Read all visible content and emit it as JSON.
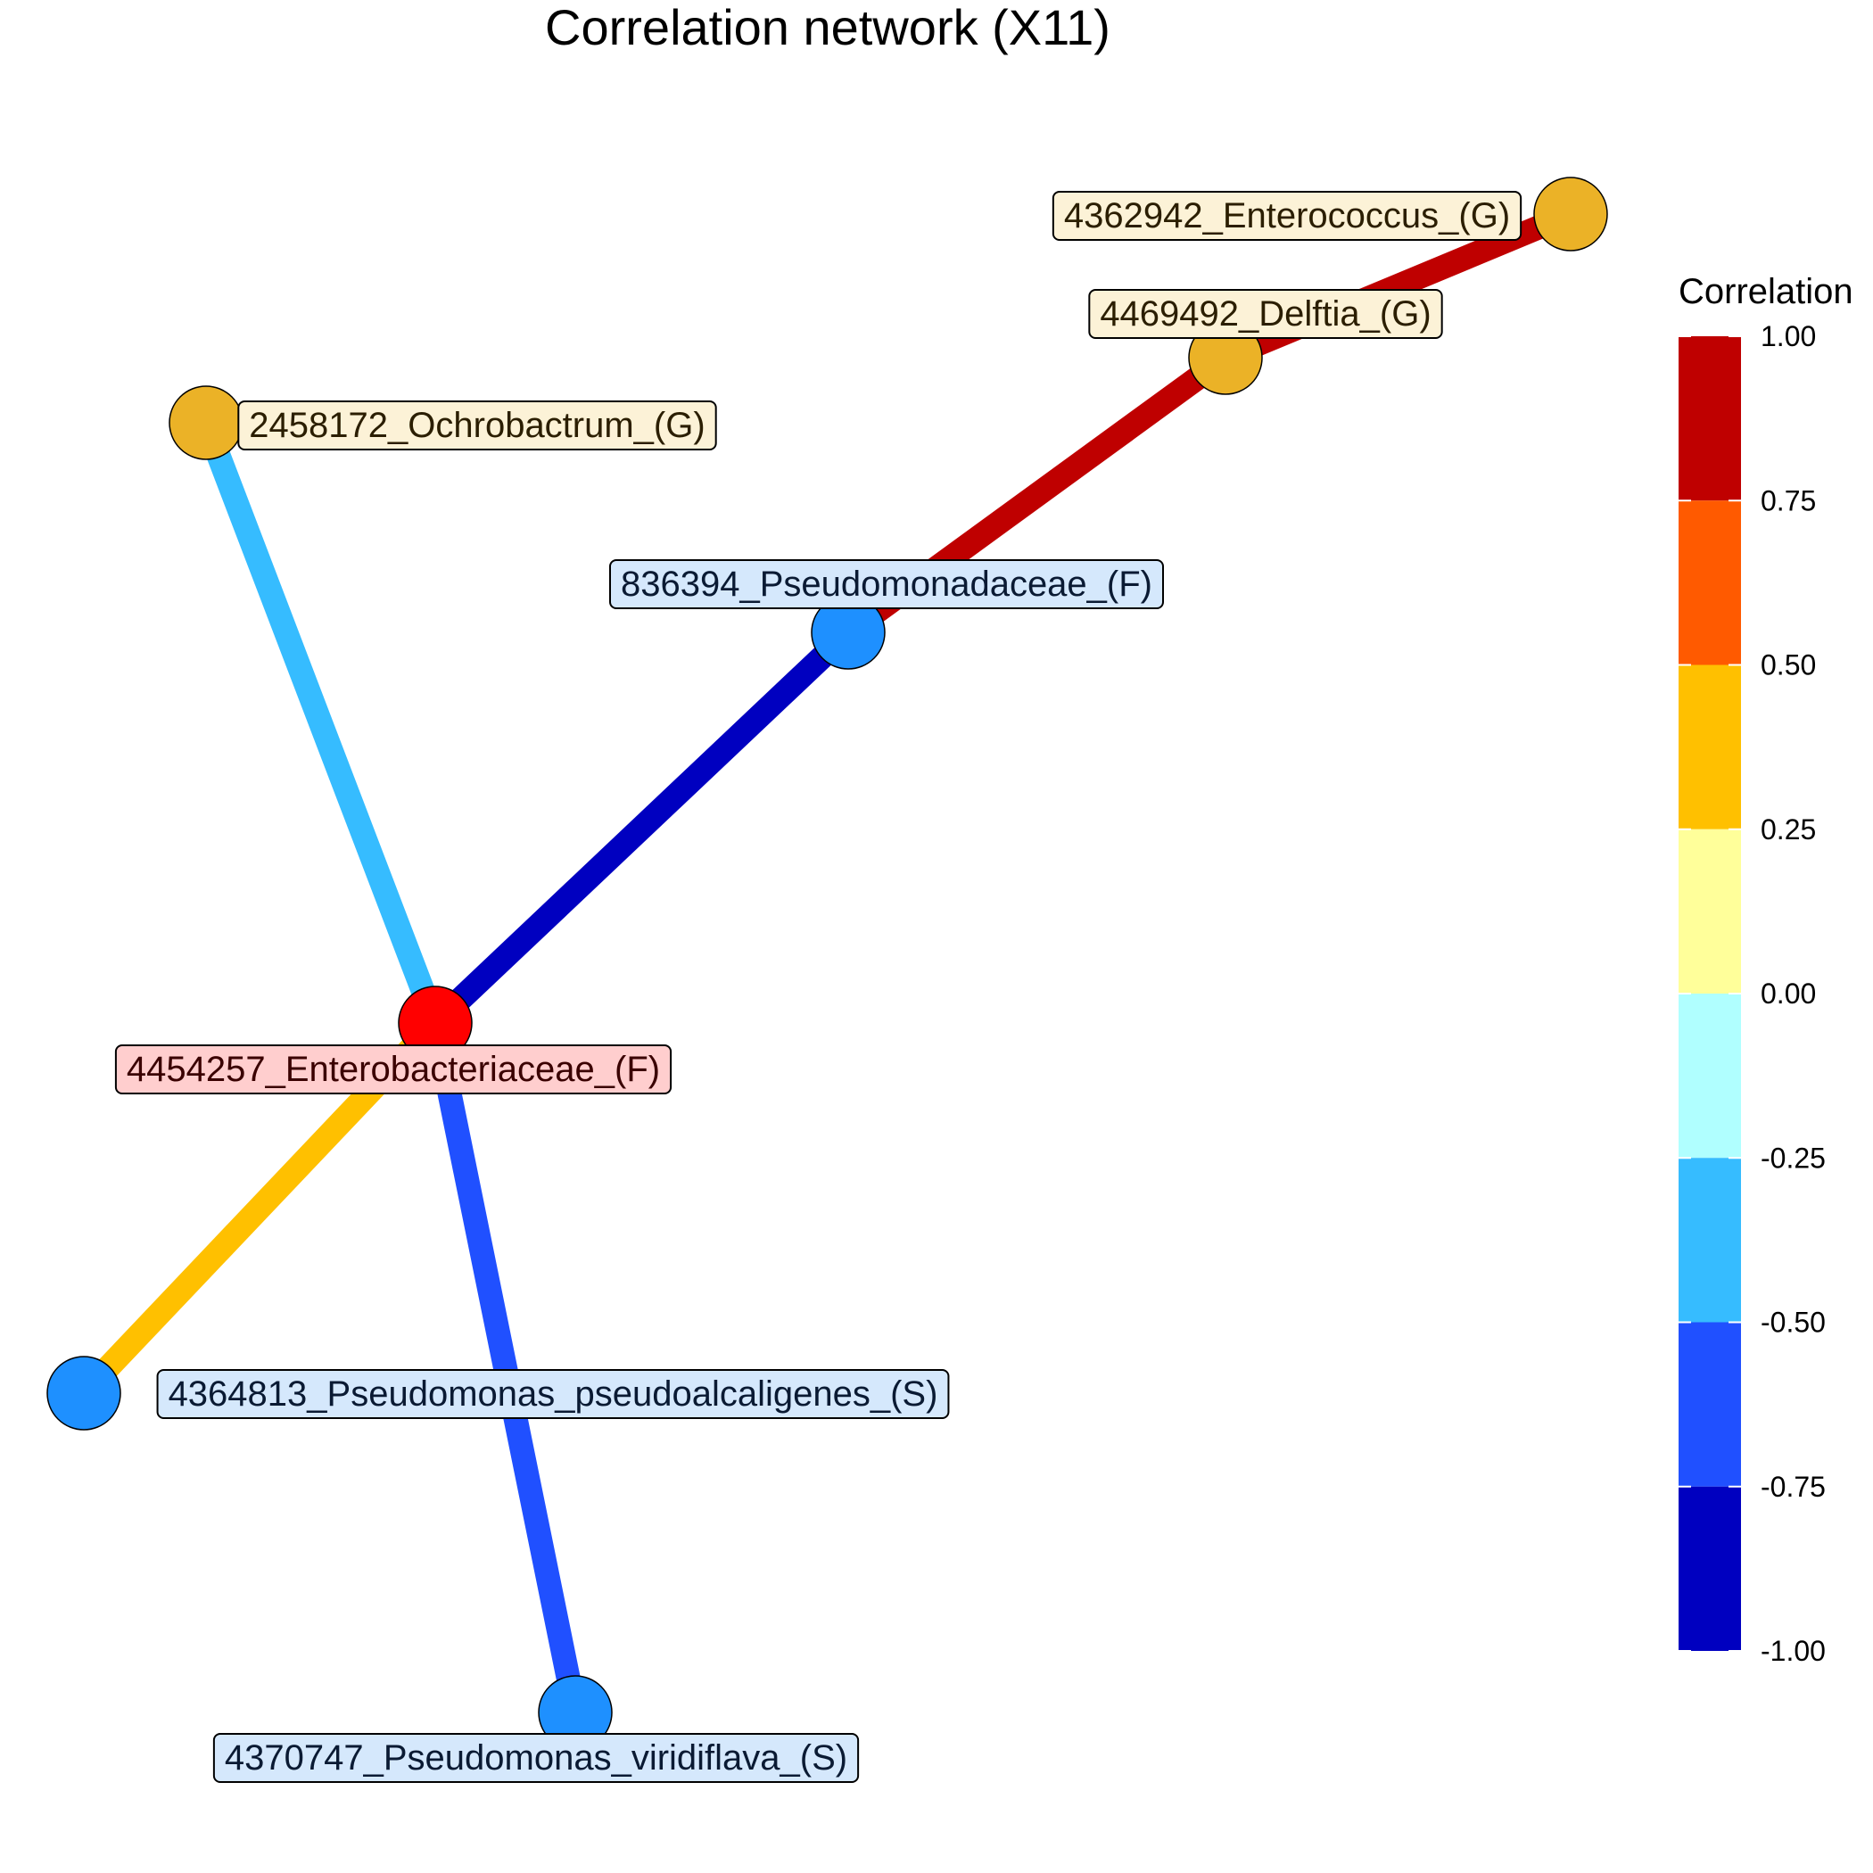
{
  "title": "Correlation network (X11)",
  "nodes": [
    {
      "id": "n1",
      "label": "4362942_Enterococcus_(G)",
      "fill": "#EBB227",
      "label_bg": "#FCF2D7",
      "label_color": "#2B1E00"
    },
    {
      "id": "n2",
      "label": "4469492_Delftia_(G)",
      "fill": "#EBB227",
      "label_bg": "#FCF2D7",
      "label_color": "#2B1E00"
    },
    {
      "id": "n3",
      "label": "2458172_Ochrobactrum_(G)",
      "fill": "#EBB227",
      "label_bg": "#FCF2D7",
      "label_color": "#2B1E00"
    },
    {
      "id": "n4",
      "label": "836394_Pseudomonadaceae_(F)",
      "fill": "#1E90FF",
      "label_bg": "#D5E8FC",
      "label_color": "#0A1A33"
    },
    {
      "id": "n5",
      "label": "4454257_Enterobacteriaceae_(F)",
      "fill": "#FF0000",
      "label_bg": "#FFCECE",
      "label_color": "#3A0000"
    },
    {
      "id": "n6",
      "label": "4364813_Pseudomonas_pseudoalcaligenes_(S)",
      "fill": "#1E90FF",
      "label_bg": "#D5E8FC",
      "label_color": "#0A1A33"
    },
    {
      "id": "n7",
      "label": "4370747_Pseudomonas_viridiflava_(S)",
      "fill": "#1E90FF",
      "label_bg": "#D5E8FC",
      "label_color": "#0A1A33"
    }
  ],
  "edges": [
    {
      "source": "n1",
      "target": "n2",
      "color": "#BF0000"
    },
    {
      "source": "n2",
      "target": "n4",
      "color": "#BF0000"
    },
    {
      "source": "n4",
      "target": "n5",
      "color": "#0000C0"
    },
    {
      "source": "n3",
      "target": "n5",
      "color": "#36BCFF"
    },
    {
      "source": "n5",
      "target": "n6",
      "color": "#FFC000"
    },
    {
      "source": "n5",
      "target": "n7",
      "color": "#2050FF"
    }
  ],
  "legend": {
    "title": "Correlation",
    "ticks": [
      "1.00",
      "0.75",
      "0.50",
      "0.25",
      "0.00",
      "-0.25",
      "-0.50",
      "-0.75",
      "-1.00"
    ],
    "bands": [
      {
        "from": 0.75,
        "to": 1.0,
        "color": "#BF0000"
      },
      {
        "from": 0.5,
        "to": 0.75,
        "color": "#FF5A00"
      },
      {
        "from": 0.25,
        "to": 0.5,
        "color": "#FFC000"
      },
      {
        "from": 0.0,
        "to": 0.25,
        "color": "#FFFF9A"
      },
      {
        "from": -0.25,
        "to": 0.0,
        "color": "#B0FFFF"
      },
      {
        "from": -0.5,
        "to": -0.25,
        "color": "#36BCFF"
      },
      {
        "from": -0.75,
        "to": -0.5,
        "color": "#2050FF"
      },
      {
        "from": -1.0,
        "to": -0.75,
        "color": "#0000C0"
      }
    ]
  }
}
